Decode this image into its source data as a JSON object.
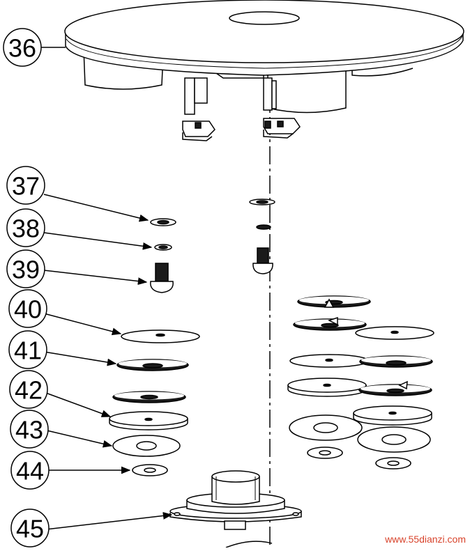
{
  "callouts": [
    {
      "id": "36",
      "label": "36"
    },
    {
      "id": "37",
      "label": "37"
    },
    {
      "id": "38",
      "label": "38"
    },
    {
      "id": "39",
      "label": "39"
    },
    {
      "id": "40",
      "label": "40"
    },
    {
      "id": "41",
      "label": "41"
    },
    {
      "id": "42",
      "label": "42"
    },
    {
      "id": "43",
      "label": "43"
    },
    {
      "id": "44",
      "label": "44"
    },
    {
      "id": "45",
      "label": "45"
    }
  ],
  "watermark": "www.55dianzi.com",
  "colors": {
    "line": "#000000",
    "fill": "#ffffff",
    "shade": "#e6e6e6",
    "dark": "#1a1a1a",
    "watermark": "#d8442c"
  }
}
